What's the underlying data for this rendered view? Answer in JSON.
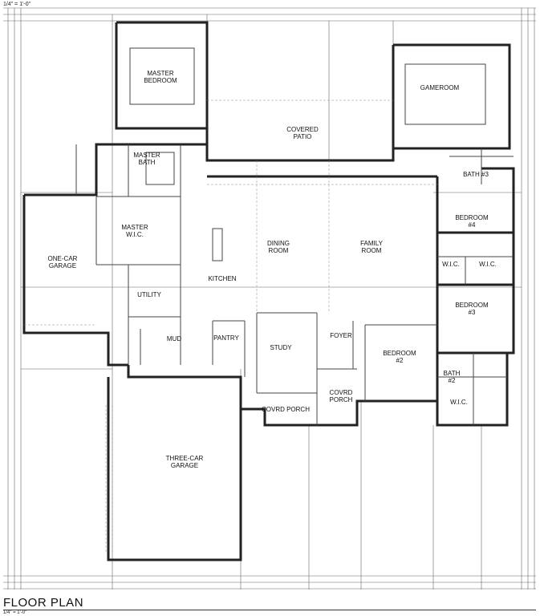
{
  "scale_top": "1/4\" = 1'-0\"",
  "scale_bottom": "1/4\" = 1'-0\"",
  "title": "FLOOR PLAN",
  "rooms": {
    "master_bedroom": {
      "line1": "MASTER",
      "line2": "BEDROOM"
    },
    "gameroom": {
      "line1": "GAMEROOM"
    },
    "covered_patio": {
      "line1": "COVERED",
      "line2": "PATIO"
    },
    "master_bath": {
      "line1": "MASTER",
      "line2": "BATH"
    },
    "bath3": {
      "line1": "BATH #3"
    },
    "bedroom4": {
      "line1": "BEDROOM",
      "line2": "#4"
    },
    "one_car_garage": {
      "line1": "ONE-CAR",
      "line2": "GARAGE"
    },
    "master_wic": {
      "line1": "MASTER",
      "line2": "W.I.C."
    },
    "dining_room": {
      "line1": "DINING",
      "line2": "ROOM"
    },
    "family_room": {
      "line1": "FAMILY",
      "line2": "ROOM"
    },
    "wic_a": {
      "line1": "W.I.C."
    },
    "wic_b": {
      "line1": "W.I.C."
    },
    "kitchen": {
      "line1": "KITCHEN"
    },
    "bedroom3": {
      "line1": "BEDROOM",
      "line2": "#3"
    },
    "utility": {
      "line1": "UTILITY"
    },
    "foyer": {
      "line1": "FOYER"
    },
    "mud": {
      "line1": "MUD"
    },
    "pantry": {
      "line1": "PANTRY"
    },
    "study": {
      "line1": "STUDY"
    },
    "bedroom2": {
      "line1": "BEDROOM",
      "line2": "#2"
    },
    "bath2": {
      "line1": "BATH",
      "line2": "#2"
    },
    "wic_c": {
      "line1": "W.I.C."
    },
    "covrd_porch_a": {
      "line1": "COVRD",
      "line2": "PORCH"
    },
    "covrd_porch_b": {
      "line1": "COVRD PORCH"
    },
    "three_car_garage": {
      "line1": "THREE-CAR",
      "line2": "GARAGE"
    }
  }
}
